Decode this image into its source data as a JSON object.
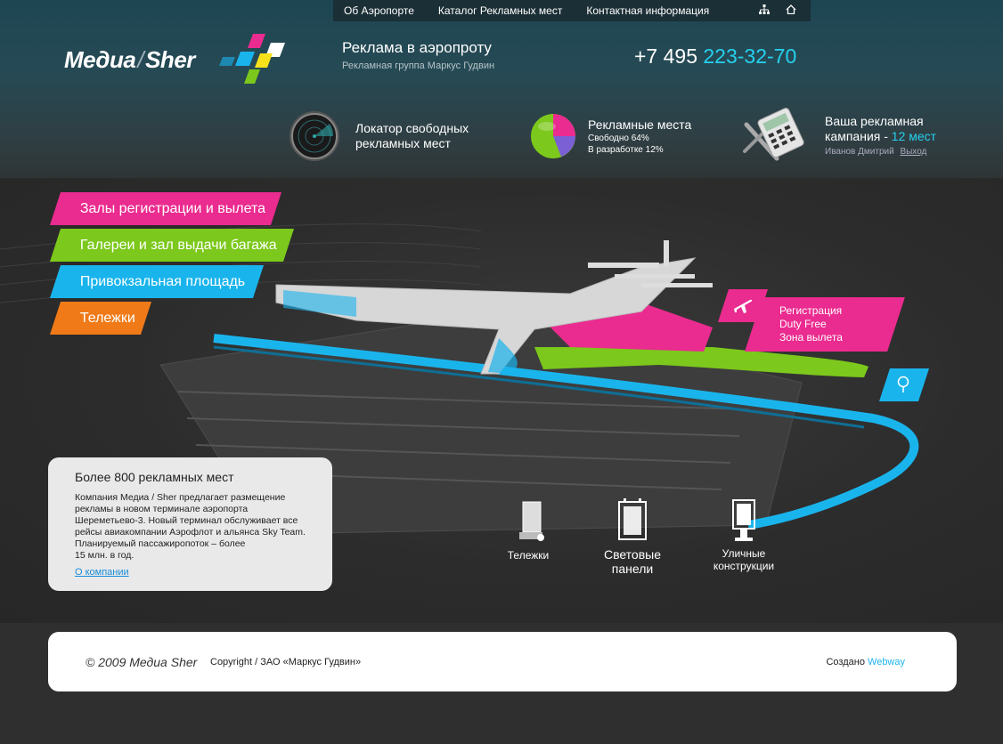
{
  "nav": {
    "items": [
      "Об Аэропорте",
      "Каталог Рекламных мест",
      "Контактная информация"
    ]
  },
  "logo": {
    "part1": "Медиа",
    "part2": "Sher"
  },
  "header": {
    "title": "Реклама в аэропроту",
    "subtitle": "Рекламная группа Маркус Гудвин",
    "phone_prefix": "+7 495",
    "phone_number": "223-32-70"
  },
  "features": {
    "locator": {
      "title_line1": "Локатор свободных",
      "title_line2": "рекламных мест"
    },
    "places": {
      "title": "Рекламные места",
      "free": "Свободно 64%",
      "dev": "В разработке 12%"
    },
    "campaign": {
      "title_line1": "Ваша рекламная",
      "title_prefix": "кампания -",
      "count": "12 мест",
      "user": "Иванов Дмитрий",
      "logout": "Выход"
    }
  },
  "zones": [
    "Залы регистрации и вылета",
    "Галереи и зал выдачи багажа",
    "Привокзальная площадь",
    "Тележки"
  ],
  "map_tag": {
    "line1": "Регистрация",
    "line2": "Duty Free",
    "line3": "Зона вылета"
  },
  "info": {
    "heading": "Более 800 рекламных мест",
    "lines": [
      "Компания Медиа / Sher предлагает размещение",
      "рекламы в новом терминале аэропорта",
      "Шереметьево-3. Новый терминал обслуживает все",
      "рейсы авиакомпании Аэрофлот и альянса Sky Team.",
      "Планируемый пассажиропоток – более",
      "15 млн. в год."
    ],
    "link": "О компании"
  },
  "equipment": {
    "carts": "Тележки",
    "panels_line1": "Световые",
    "panels_line2": "панели",
    "street_line1": "Уличные",
    "street_line2": "конструкции"
  },
  "footer": {
    "copyright": "© 2009 Медиа Sher",
    "company": "Copyright / ЗАО «Маркус Гудвин»",
    "created_by": "Создано",
    "studio": "Webway"
  },
  "colors": {
    "magenta": "#ea2b8f",
    "green": "#7cc81c",
    "cyan": "#1ab4ec",
    "orange": "#f07a18",
    "accent": "#26d0ee"
  }
}
